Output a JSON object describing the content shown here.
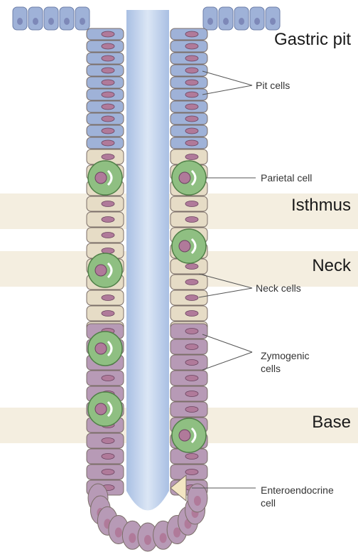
{
  "regions": {
    "gastric_pit": "Gastric pit",
    "isthmus": "Isthmus",
    "neck": "Neck",
    "base": "Base"
  },
  "labels": {
    "pit_cells": "Pit cells",
    "parietal_cell": "Parietal cell",
    "neck_cells": "Neck cells",
    "zymogenic_line1": "Zymogenic",
    "zymogenic_line2": "cells",
    "enteroendocrine_line1": "Enteroendocrine",
    "enteroendocrine_line2": "cell"
  },
  "colors": {
    "lumen": "#b7c9e6",
    "pit_cell": "#9fb2d8",
    "neck_cell": "#e6dcc6",
    "zymogenic_cell": "#b79ab6",
    "parietal_cell": "#8fbf82",
    "nucleus": "#b07a9a",
    "granule": "#e07a55",
    "band": "#f5efe3"
  }
}
